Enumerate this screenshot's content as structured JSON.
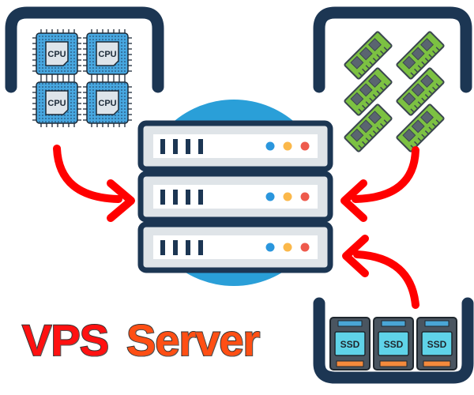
{
  "title": {
    "word1": "VPS",
    "word2": "Server",
    "word1_color": "#ff1111",
    "word2_color": "#ff4f14"
  },
  "colors": {
    "frame": "#1c3653",
    "server_circle": "#2a9fd8",
    "server_body": "#dfe4e8",
    "server_panel": "#ffffff",
    "server_outline": "#1c3653",
    "led_blue": "#2a96dd",
    "led_yellow": "#fbb84a",
    "led_red": "#ee5a4c",
    "arrow": "#ff0000",
    "cpu_fill": "#47a7e0",
    "cpu_core": "#dde4ea",
    "ram_fill": "#7cc142",
    "ram_chip": "#5a6570",
    "ssd_body": "#4a5560",
    "ssd_label": "#5fd3e8",
    "ssd_connector": "#f48a3c"
  },
  "components": {
    "cpu": {
      "label": "CPU",
      "count": 4,
      "icon": "cpu-icon"
    },
    "ram": {
      "count": 6,
      "icon": "ram-icon"
    },
    "ssd": {
      "label": "SSD",
      "count": 3,
      "icon": "ssd-icon"
    },
    "server": {
      "units": 3,
      "icon": "server-rack-icon"
    }
  }
}
